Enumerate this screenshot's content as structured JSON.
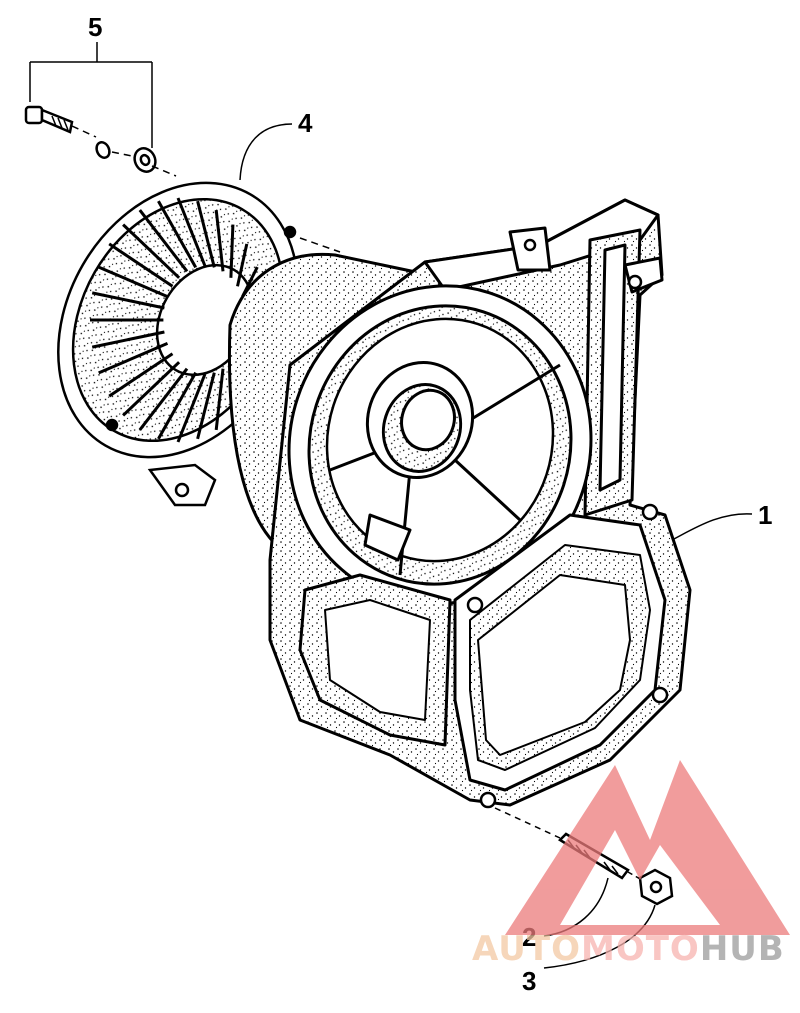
{
  "callouts": {
    "c1": "1",
    "c2": "2",
    "c3": "3",
    "c4": "4",
    "c5": "5"
  },
  "watermark": {
    "part1": "AUTO",
    "part2": "MOTO",
    "part3": "HUB",
    "colors": {
      "auto": "#f3c9a3",
      "moto": "#f7b4b0",
      "hub": "#9c9c9c",
      "triangle": "#ec7b7b"
    }
  }
}
